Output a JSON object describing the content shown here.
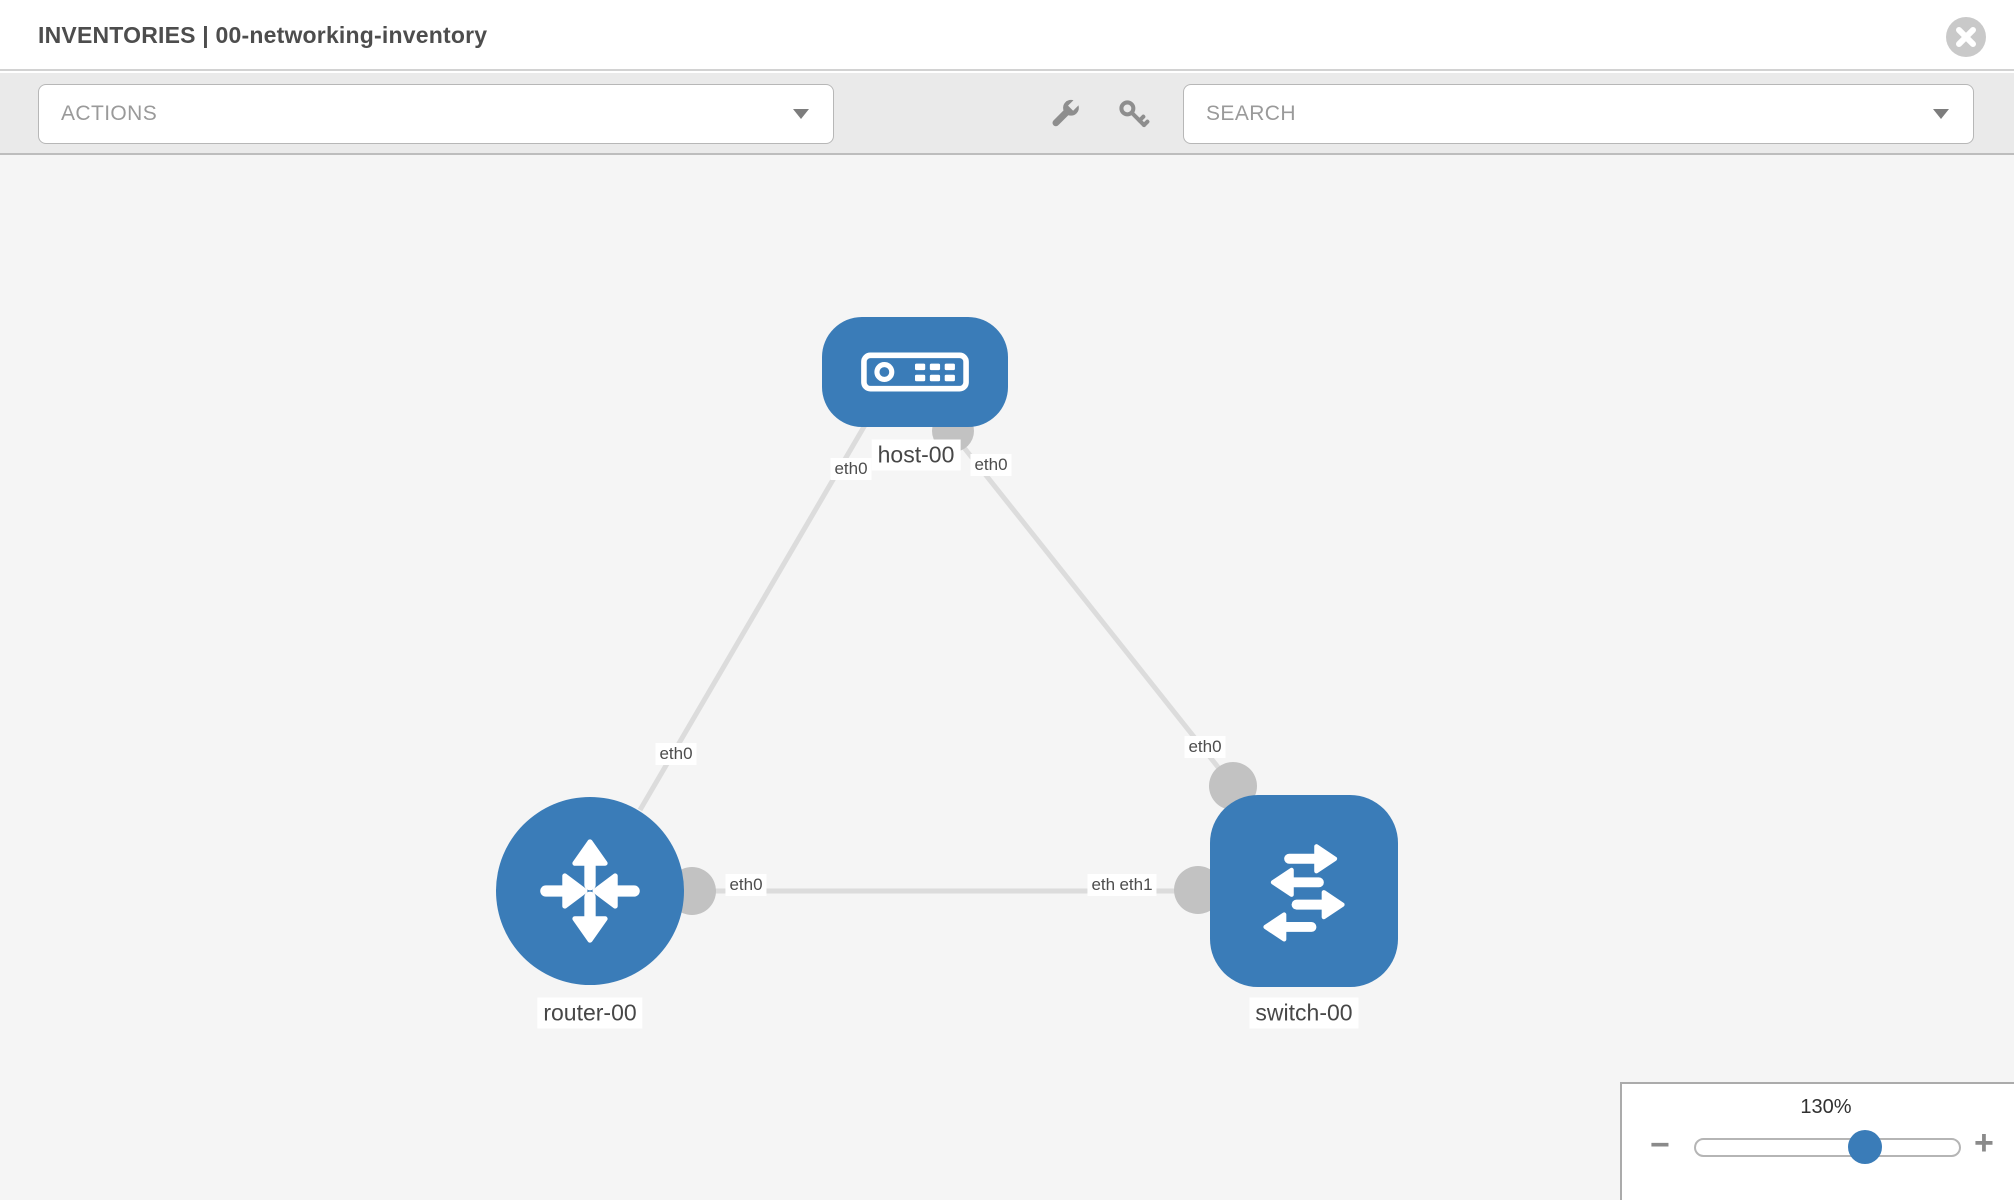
{
  "header": {
    "title": "INVENTORIES | 00-networking-inventory",
    "close_icon": "circle-x-icon"
  },
  "toolbar": {
    "actions_label": "ACTIONS",
    "search_label": "SEARCH",
    "icons": [
      "wrench-icon",
      "key-icon"
    ]
  },
  "topology": {
    "nodes": [
      {
        "label": "host-00",
        "type": "host",
        "icon": "server-icon"
      },
      {
        "label": "router-00",
        "type": "router",
        "icon": "router-arrows-icon"
      },
      {
        "label": "switch-00",
        "type": "switch",
        "icon": "switch-arrows-icon"
      }
    ],
    "links": [
      {
        "from": "host-00",
        "to": "router-00",
        "from_if": "eth0",
        "to_if": "eth0"
      },
      {
        "from": "host-00",
        "to": "switch-00",
        "from_if": "eth0",
        "to_if": "eth0"
      },
      {
        "from": "router-00",
        "to": "switch-00",
        "from_if": "eth0",
        "to_if": "eth1",
        "to_if_overlap": "eth1"
      }
    ]
  },
  "zoom_control": {
    "value": 130,
    "percent_label": "130%",
    "minus_label": "−",
    "plus_label": "+"
  },
  "colors": {
    "node_blue": "#3a7cb8",
    "link_gray": "#dcdcdc",
    "endpoint_gray": "#c2c2c2",
    "canvas_bg": "#f5f5f5",
    "toolbar_bg": "#eaeaea"
  }
}
